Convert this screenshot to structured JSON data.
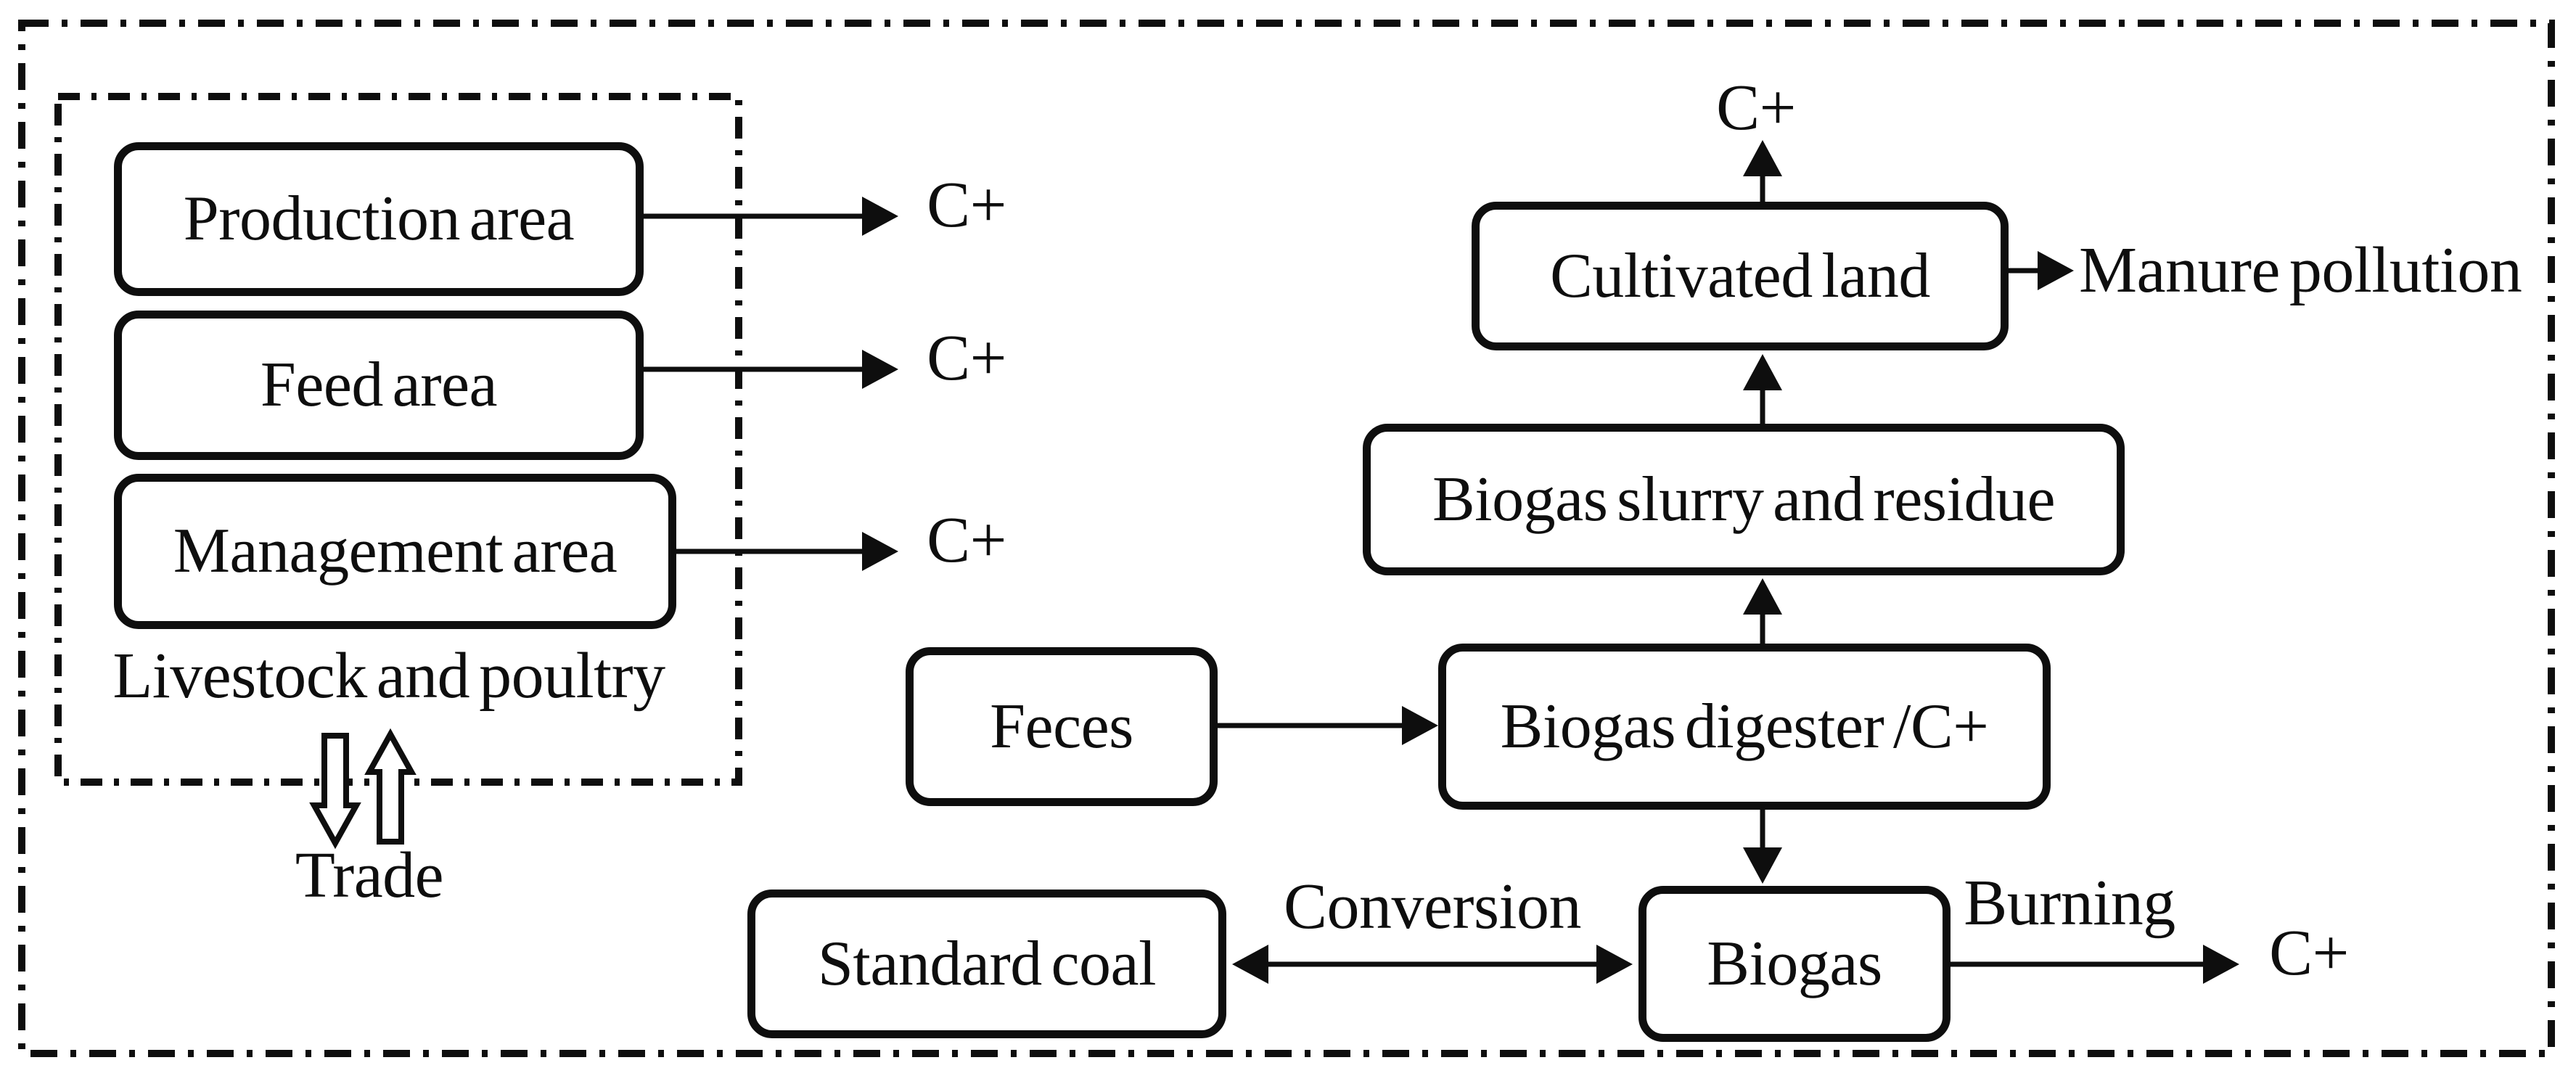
{
  "diagram": {
    "type": "flowchart",
    "colors": {
      "ink": "#0e0e0e",
      "background": "#ffffff"
    },
    "groups": {
      "livestock": {
        "label": "Livestock and poultry"
      }
    },
    "nodes": {
      "production_area": {
        "label": "Production area"
      },
      "feed_area": {
        "label": "Feed area"
      },
      "management_area": {
        "label": "Management area"
      },
      "cultivated_land": {
        "label": "Cultivated land"
      },
      "biogas_slurry": {
        "label": "Biogas slurry and residue"
      },
      "feces": {
        "label": "Feces"
      },
      "biogas_digester": {
        "label": "Biogas digester /C+"
      },
      "standard_coal": {
        "label": "Standard coal"
      },
      "biogas": {
        "label": "Biogas"
      }
    },
    "labels": {
      "c_plus_production": "C+",
      "c_plus_feed": "C+",
      "c_plus_management": "C+",
      "c_plus_cultivated": "C+",
      "c_plus_burning": "C+",
      "manure_pollution": "Manure pollution",
      "trade": "Trade",
      "conversion": "Conversion",
      "burning": "Burning"
    },
    "edges": [
      {
        "from": "Production area",
        "to": "C+"
      },
      {
        "from": "Feed area",
        "to": "C+"
      },
      {
        "from": "Management area",
        "to": "C+"
      },
      {
        "from": "Cultivated land",
        "to": "C+"
      },
      {
        "from": "Cultivated land",
        "to": "Manure pollution"
      },
      {
        "from": "Biogas slurry and residue",
        "to": "Cultivated land"
      },
      {
        "from": "Biogas digester /C+",
        "to": "Biogas slurry and residue"
      },
      {
        "from": "Feces",
        "to": "Biogas digester /C+"
      },
      {
        "from": "Biogas digester /C+",
        "to": "Biogas"
      },
      {
        "from": "Standard coal",
        "to": "Biogas",
        "label": "Conversion",
        "bidirectional": true
      },
      {
        "from": "Biogas",
        "to": "C+",
        "label": "Burning"
      },
      {
        "from": "Livestock and poultry",
        "to": "outside group",
        "label": "Trade",
        "bidirectional": true
      }
    ]
  }
}
